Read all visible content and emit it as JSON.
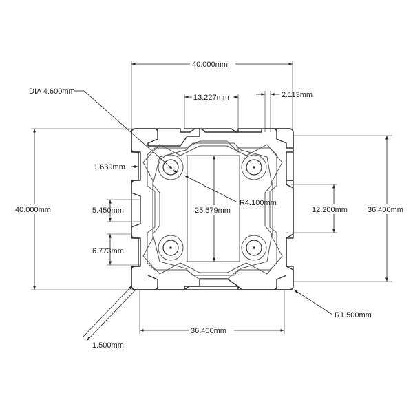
{
  "drawing": {
    "colors": {
      "line": "#333333",
      "text": "#222222",
      "background": "#ffffff"
    },
    "dimensions": {
      "overall_width": "40.000mm",
      "overall_height": "40.000mm",
      "slot_width": "13.227mm",
      "lip_gap": "2.113mm",
      "center_hole_dia": "DIA 4.600mm",
      "lip_thickness": "1.639mm",
      "fillet_radius": "R4.100mm",
      "inner_span": "25.679mm",
      "slot_depth_a": "5.450mm",
      "slot_opening": "12.200mm",
      "inner_height": "36.400mm",
      "slot_depth_b": "6.773mm",
      "inner_width": "36.400mm",
      "corner_radius": "R1.500mm",
      "wall_thickness": "1.500mm"
    }
  }
}
